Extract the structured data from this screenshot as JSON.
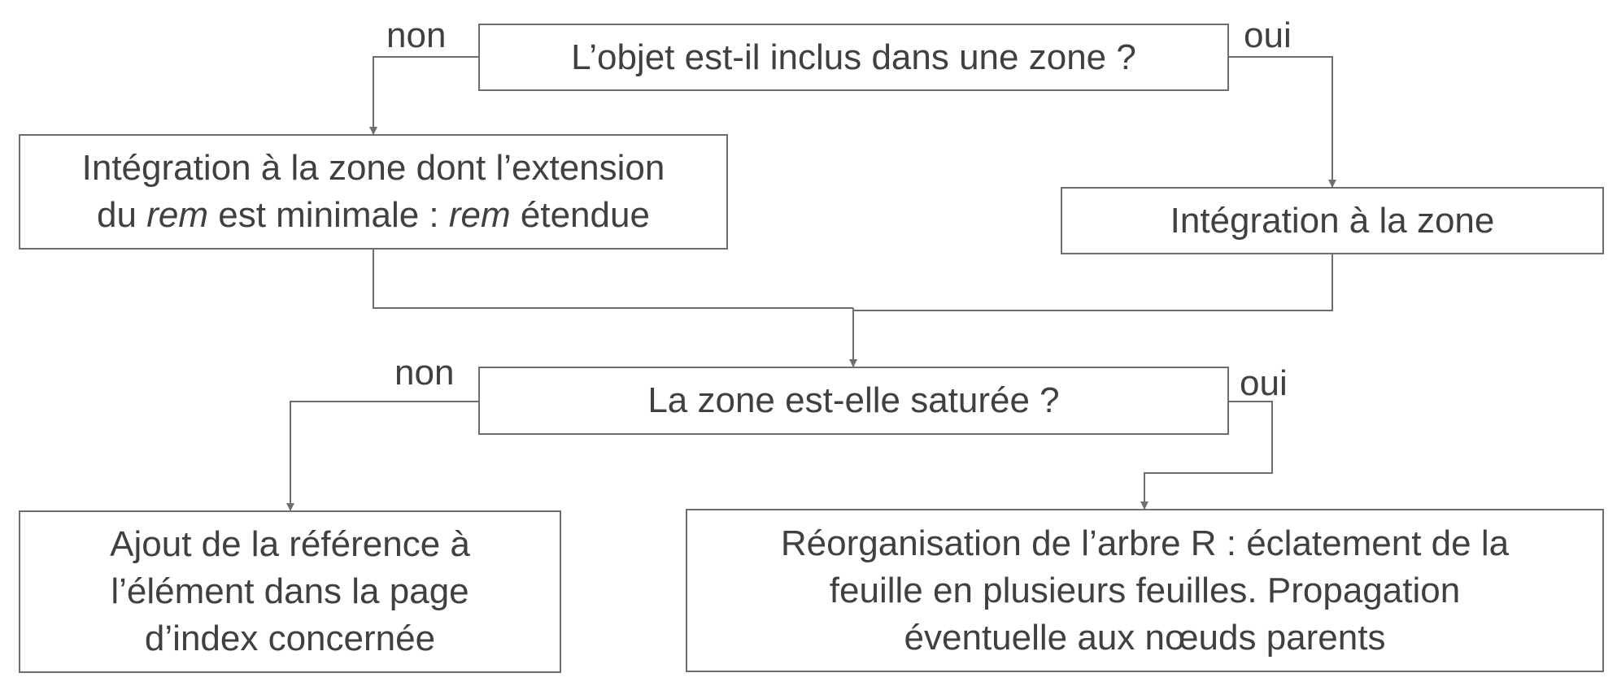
{
  "nodes": {
    "q_inclus": {
      "lines": [
        [
          {
            "text": "L’objet est-il inclus dans une zone ?"
          }
        ]
      ]
    },
    "integration_min": {
      "lines": [
        [
          {
            "text": "Intégration à la zone dont l’extension"
          }
        ],
        [
          {
            "text": "du "
          },
          {
            "text": "rem",
            "italic": true
          },
          {
            "text": " est minimale : "
          },
          {
            "text": "rem",
            "italic": true
          },
          {
            "text": " étendue"
          }
        ]
      ]
    },
    "integration_zone": {
      "lines": [
        [
          {
            "text": "Intégration à la zone"
          }
        ]
      ]
    },
    "q_saturee": {
      "lines": [
        [
          {
            "text": "La zone est-elle saturée ?"
          }
        ]
      ]
    },
    "ajout_reference": {
      "lines": [
        [
          {
            "text": "Ajout de la référence à"
          }
        ],
        [
          {
            "text": "l’élément dans la page"
          }
        ],
        [
          {
            "text": "d’index concernée"
          }
        ]
      ]
    },
    "reorganisation": {
      "lines": [
        [
          {
            "text": "Réorganisation de l’arbre R : éclatement de la"
          }
        ],
        [
          {
            "text": "feuille en plusieurs feuilles. Propagation"
          }
        ],
        [
          {
            "text": "éventuelle aux nœuds parents"
          }
        ]
      ]
    }
  },
  "edge_labels": {
    "q1_non": "non",
    "q1_oui": "oui",
    "q2_non": "non",
    "q2_oui": "oui"
  },
  "colors": {
    "stroke": "#6e6e6e",
    "text": "#404040",
    "background": "#ffffff"
  }
}
